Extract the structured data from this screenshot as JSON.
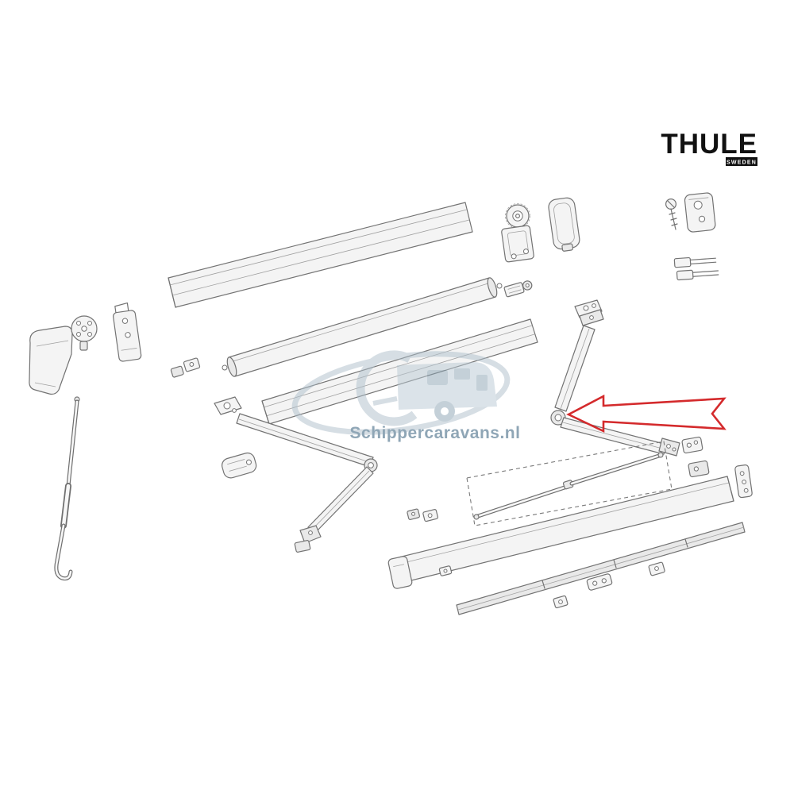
{
  "brand": {
    "name": "THULE",
    "tagline": "SWEDEN"
  },
  "watermark": {
    "text": "Schippercaravans.nl"
  },
  "colors": {
    "arrow": "#d42a2c",
    "outline": "#737373",
    "watermark": "#aebfcb"
  }
}
